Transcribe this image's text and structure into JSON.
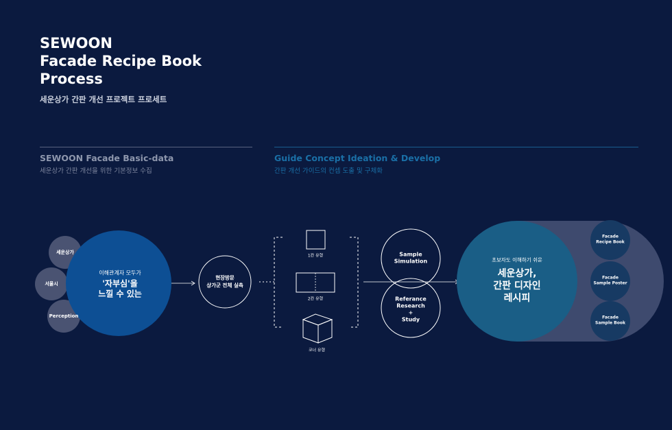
{
  "header": {
    "title_lines": [
      "SEWOON",
      "Facade Recipe Book",
      "Process"
    ],
    "subtitle": "세운상가 간판 개선 프로젝트 프로세트"
  },
  "sections": [
    {
      "title": "SEWOON Facade Basic-data",
      "subtitle": "세운상가 간판 개선을 위한 기본정보 수집",
      "color": "#8e97ad"
    },
    {
      "title": "Guide Concept Ideation & Develop",
      "subtitle": "간판 개선 가이드의 컨셉 도출 및 구체화",
      "color": "#1a6fa6"
    }
  ],
  "basic": {
    "small_circles": [
      "세운상가",
      "서울시",
      "Perception"
    ],
    "big_circle": {
      "line1": "이해관계자 모두가",
      "line2": "'자부심'을",
      "line3": "느낄 수 있는"
    },
    "visit_circle": {
      "line1": "현장방문",
      "line2": "상가군 전체 실측"
    }
  },
  "types": [
    {
      "label": "1칸 유형",
      "icon": "square-icon"
    },
    {
      "label": "2칸 유형",
      "icon": "double-rect-icon"
    },
    {
      "label": "코너 유형",
      "icon": "cube-icon"
    }
  ],
  "concept": {
    "top_circle": {
      "line1": "Sample",
      "line2": "Simulation"
    },
    "bottom_circle": {
      "line1": "Referance",
      "line2": "Research",
      "line3": "+",
      "line4": "Study"
    }
  },
  "result": {
    "big_circle": {
      "small": "초보자도 이해하기 쉬운",
      "line1": "세운상가,",
      "line2": "간판 디자인",
      "line3": "레시피"
    },
    "outputs": [
      {
        "line1": "Facade",
        "line2": "Recipe Book"
      },
      {
        "line1": "Facade",
        "line2": "Sample Poster"
      },
      {
        "line1": "Facade",
        "line2": "Sample Book"
      }
    ]
  },
  "colors": {
    "background": "#0b1a3f",
    "gray_circle": "#4a5372",
    "blue_circle": "#0d4f94",
    "teal_circle": "#1a5e86",
    "output_circle": "#173a63",
    "band": "#3e4a6e"
  }
}
